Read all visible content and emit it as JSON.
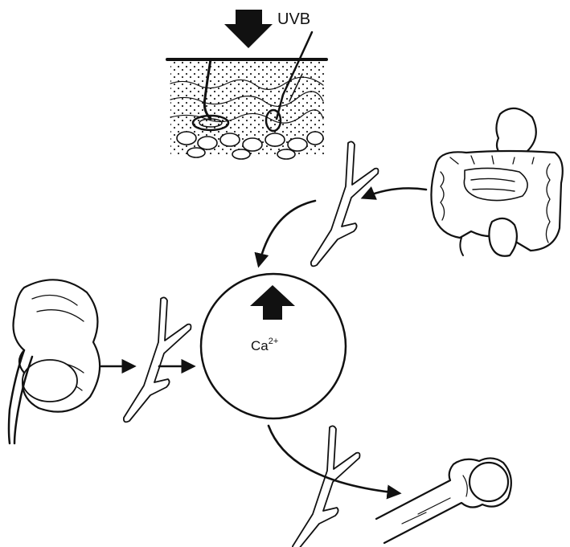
{
  "labels": {
    "uvb": "UVB",
    "calcium_base": "Ca",
    "calcium_charge": "2+"
  },
  "icons": {
    "uvb_arrow": "down-arrow-icon",
    "increase_arrow": "up-arrow-icon"
  }
}
